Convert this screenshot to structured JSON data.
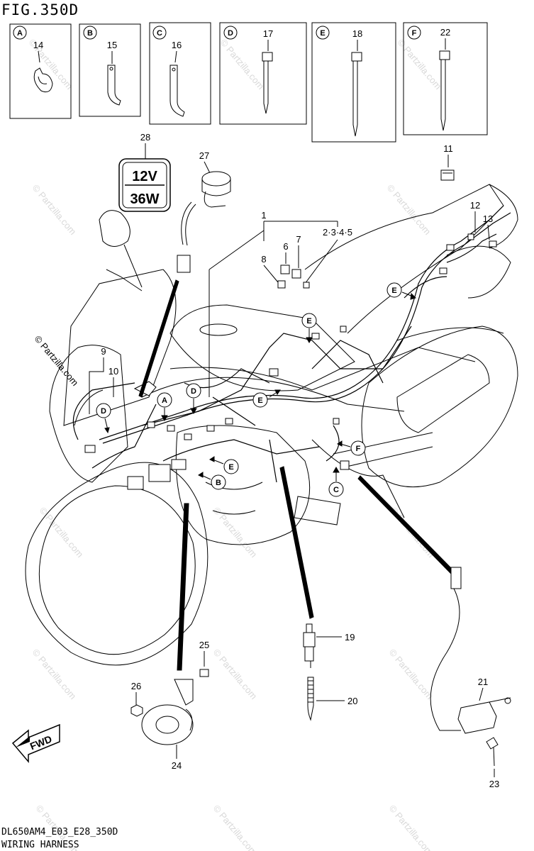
{
  "figure_title": "FIG.350D",
  "footer": {
    "line1": "DL650AM4_E03_E28_350D",
    "line2": "WIRING HARNESS"
  },
  "inset_boxes": [
    {
      "letter": "A",
      "part": "14"
    },
    {
      "letter": "B",
      "part": "15"
    },
    {
      "letter": "C",
      "part": "16"
    },
    {
      "letter": "D",
      "part": "17"
    },
    {
      "letter": "E",
      "part": "18"
    },
    {
      "letter": "F",
      "part": "22"
    }
  ],
  "socket_label": {
    "line1": "12V",
    "line2": "36W"
  },
  "callouts": {
    "p1": "1",
    "p6": "6",
    "p7": "7",
    "p8": "8",
    "p2345": "2·3·4·5",
    "p9": "9",
    "p10": "10",
    "p11": "11",
    "p12": "12",
    "p13": "13",
    "p19": "19",
    "p20": "20",
    "p21": "21",
    "p23": "23",
    "p24": "24",
    "p25": "25",
    "p26": "26",
    "p27": "27",
    "p28": "28"
  },
  "ref_letters": {
    "A": "A",
    "B": "B",
    "C": "C",
    "D": "D",
    "E": "E",
    "F": "F"
  },
  "fwd_label": "FWD",
  "watermark": "© Partzilla.com"
}
